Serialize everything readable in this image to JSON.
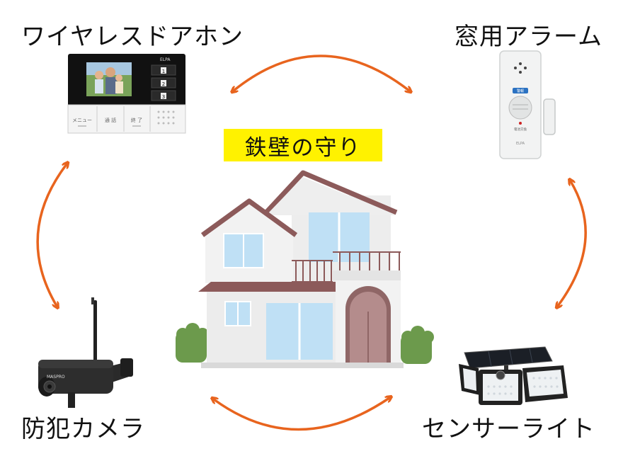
{
  "center_title": "鉄壁の守り",
  "devices": {
    "intercom": {
      "label": "ワイヤレスドアホン",
      "brand": "ELPA",
      "buttons": [
        "1",
        "2",
        "3"
      ],
      "bottom_buttons": [
        "メニュー",
        "通 話",
        "終 了"
      ]
    },
    "window_alarm": {
      "label": "窓用アラーム",
      "badge": "警報",
      "small_text": "電池交換",
      "brand": "ELPA"
    },
    "camera": {
      "label": "防犯カメラ",
      "brand": "MASPRO"
    },
    "sensor_light": {
      "label": "センサーライト"
    }
  },
  "colors": {
    "arrow": "#e8641e",
    "highlight": "#fff200",
    "roof": "#8c5a5a",
    "wall": "#ececec",
    "window": "#bfe0f5",
    "bush": "#6c9a4c"
  }
}
